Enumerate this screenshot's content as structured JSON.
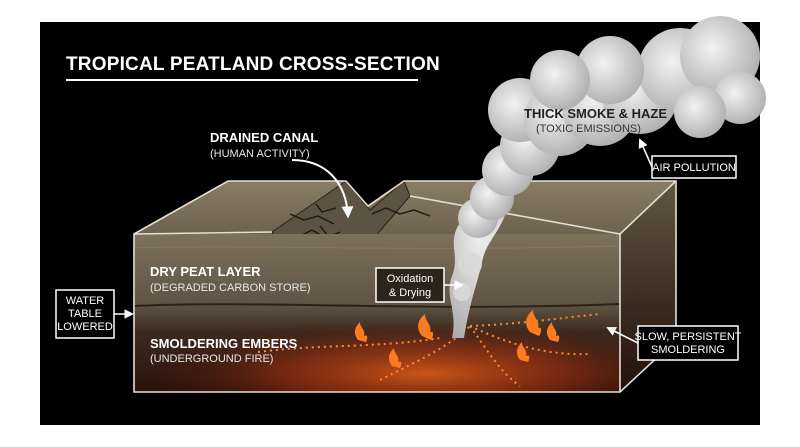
{
  "title": "TROPICAL PEATLAND CROSS-SECTION",
  "labels": {
    "canal": {
      "heading": "DRAINED CANAL",
      "sub": "(HUMAN ACTIVITY)"
    },
    "smoke": {
      "heading": "THICK SMOKE & HAZE",
      "sub": "(TOXIC EMISSIONS)"
    },
    "peat": {
      "heading": "DRY PEAT LAYER",
      "sub": "(DEGRADED CARBON STORE)"
    },
    "embers": {
      "heading": "SMOLDERING EMBERS",
      "sub": "(UNDERGROUND FIRE)"
    }
  },
  "callouts": {
    "air_pollution": [
      "AIR POLLUTION"
    ],
    "oxidation": [
      "Oxidation",
      "& Drying"
    ],
    "water_table": [
      "WATER",
      "TABLE",
      "LOWERED"
    ],
    "smoldering": [
      "SLOW, PERSISTENT",
      "SMOLDERING"
    ]
  },
  "colors": {
    "background": "#000000",
    "peat_top": "#7a6d58",
    "peat_front": "#6b604f",
    "ember_glow": "#ff6a1a",
    "smoke": "#cfcfcf"
  }
}
